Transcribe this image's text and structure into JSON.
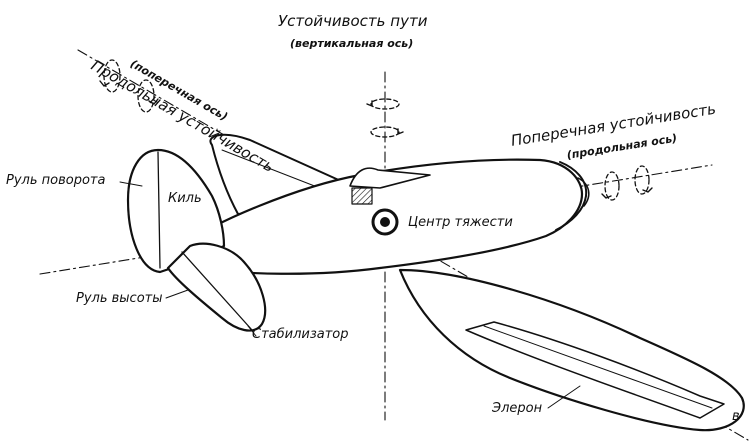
{
  "diagram": {
    "labels": {
      "yaw_stability": "Устойчивость пути",
      "vertical_axis": "(вертикальная ось)",
      "longitudinal_stability": "Продольная устойчивость",
      "transverse_axis": "(поперечная ось)",
      "lateral_stability": "Поперечная устойчивость",
      "longitudinal_axis": "(продольная ось)",
      "rudder": "Руль поворота",
      "fin": "Киль",
      "elevator": "Руль высоты",
      "stabilizer": "Стабилизатор",
      "center_of_gravity": "Центр тяжести",
      "aileron": "Элерон",
      "marker_v": "в"
    },
    "colors": {
      "ink": "#111111",
      "paper": "#ffffff"
    }
  }
}
